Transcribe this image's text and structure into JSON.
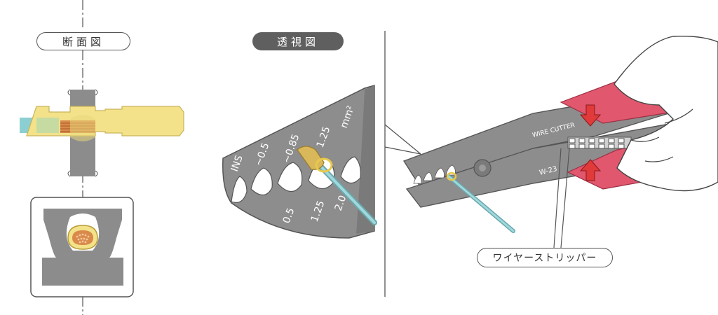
{
  "labels": {
    "section_view": "断面図",
    "perspective_view": "透視図",
    "wire_stripper": "ワイヤーストリッパー"
  },
  "tool_markings": {
    "ins": "INS",
    "tilde_05": "~0.5",
    "tilde_085": "~0.85",
    "mark_125": "1.25",
    "mm2": "mm²",
    "mark_05": "0.5",
    "mark_125b": "1.25",
    "mark_20": "2.0",
    "wire_cutter": "WIRE CUTTER",
    "model": "W-23"
  },
  "colors": {
    "tool_gray": "#8a8a8a",
    "tool_dark": "#6e6e6e",
    "handle_red": "#e0576e",
    "terminal_yellow": "#f3e28a",
    "wire_cyan": "#7fc9cf",
    "copper": "#d98a4a"
  }
}
